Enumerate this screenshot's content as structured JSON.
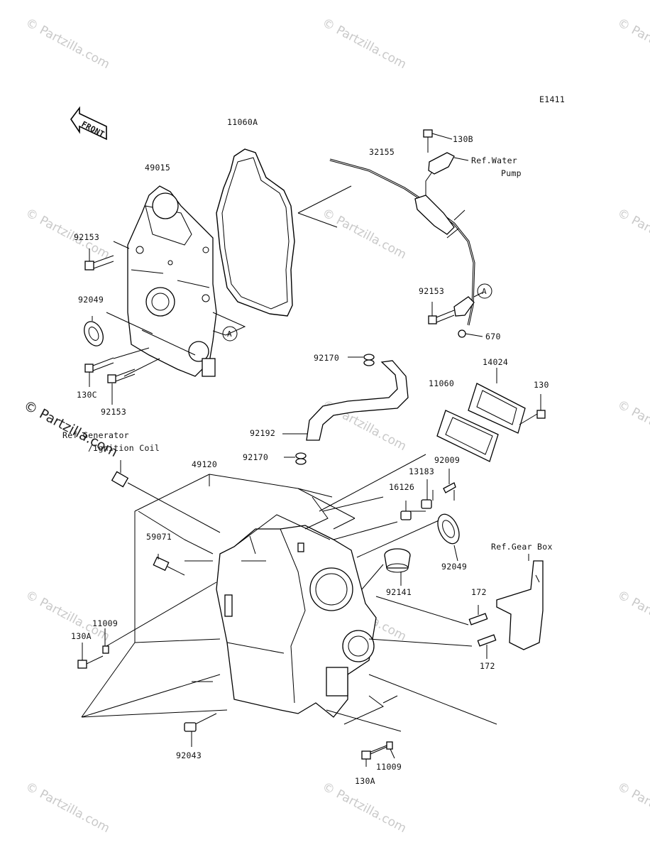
{
  "diagram": {
    "code": "E1411",
    "front_label": "FRONT",
    "callout_letter": "A",
    "watermark": "© Partzilla.com",
    "part_labels": [
      {
        "id": "11060A",
        "text": "11060A"
      },
      {
        "id": "49015",
        "text": "49015"
      },
      {
        "id": "92153_top",
        "text": "92153"
      },
      {
        "id": "92049_left",
        "text": "92049"
      },
      {
        "id": "130C",
        "text": "130C"
      },
      {
        "id": "92153_bottom",
        "text": "92153"
      },
      {
        "id": "130B",
        "text": "130B"
      },
      {
        "id": "32155",
        "text": "32155"
      },
      {
        "id": "92153_right",
        "text": "92153"
      },
      {
        "id": "670",
        "text": "670"
      },
      {
        "id": "92170_top",
        "text": "92170"
      },
      {
        "id": "14024",
        "text": "14024"
      },
      {
        "id": "11060",
        "text": "11060"
      },
      {
        "id": "130_right",
        "text": "130"
      },
      {
        "id": "92192",
        "text": "92192"
      },
      {
        "id": "92170_mid",
        "text": "92170"
      },
      {
        "id": "49120",
        "text": "49120"
      },
      {
        "id": "92009",
        "text": "92009"
      },
      {
        "id": "13183",
        "text": "13183"
      },
      {
        "id": "16126",
        "text": "16126"
      },
      {
        "id": "59071",
        "text": "59071"
      },
      {
        "id": "92049_right",
        "text": "92049"
      },
      {
        "id": "92141",
        "text": "92141"
      },
      {
        "id": "172_top",
        "text": "172"
      },
      {
        "id": "172_bottom",
        "text": "172"
      },
      {
        "id": "11009_left",
        "text": "11009"
      },
      {
        "id": "130A_left",
        "text": "130A"
      },
      {
        "id": "92043",
        "text": "92043"
      },
      {
        "id": "11009_bottom",
        "text": "11009"
      },
      {
        "id": "130A_bottom",
        "text": "130A"
      }
    ],
    "references": {
      "water_pump_line1": "Ref.Water",
      "water_pump_line2": "Pump",
      "generator_line1": "Ref.Generator",
      "generator_line2": "/Ignition Coil",
      "gear_box": "Ref.Gear Box"
    }
  }
}
